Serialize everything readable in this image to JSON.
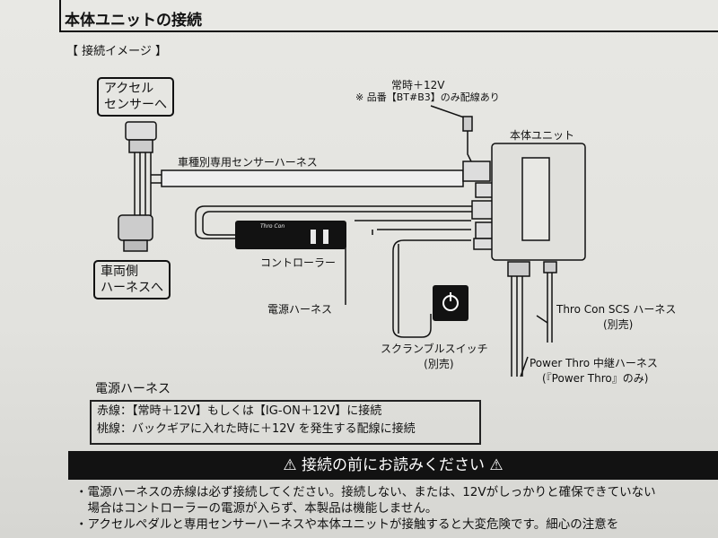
{
  "section": {
    "title": "本体ユニットの接続"
  },
  "diagram": {
    "image_label": "【 接続イメージ 】",
    "accel_sensor": [
      "アクセル",
      "センサーへ"
    ],
    "vehicle_harness": [
      "車両側",
      "ハーネスへ"
    ],
    "sensor_harness": "車種別専用センサーハーネス",
    "constant_power": "常時＋12V",
    "constant_power_note": "※ 品番【BT#B3】のみ配線あり",
    "main_unit": "本体ユニット",
    "controller": "コントローラー",
    "controller_brand": "Thro Con",
    "power_harness": "電源ハーネス",
    "scramble_switch": [
      "スクランブルスイッチ",
      "(別売)"
    ],
    "scs_harness": [
      "Thro Con SCS ハーネス",
      "(別売)"
    ],
    "relay_harness": [
      "Power Thro 中継ハーネス",
      "(『Power Thro』のみ)"
    ]
  },
  "power_harness_box": {
    "title": "電源ハーネス",
    "lines": [
      "赤線：【常時＋12V】もしくは【IG-ON＋12V】に接続",
      "桃線：バックギアに入れた時に＋12V を発生する配線に接続"
    ]
  },
  "warning": {
    "banner": "⚠ 接続の前にお読みください ⚠",
    "bullets": [
      "・電源ハーネスの赤線は必ず接続してください。接続しない、または、12Vがしっかりと確保できていない",
      "　場合はコントローラーの電源が入らず、本製品は機能しません。",
      "・アクセルペダルと専用センサーハーネスや本体ユニットが接触すると大変危険です。細心の注意を"
    ]
  },
  "colors": {
    "ink": "#111111",
    "paper": "#e4e4e0",
    "banner": "#121212"
  }
}
